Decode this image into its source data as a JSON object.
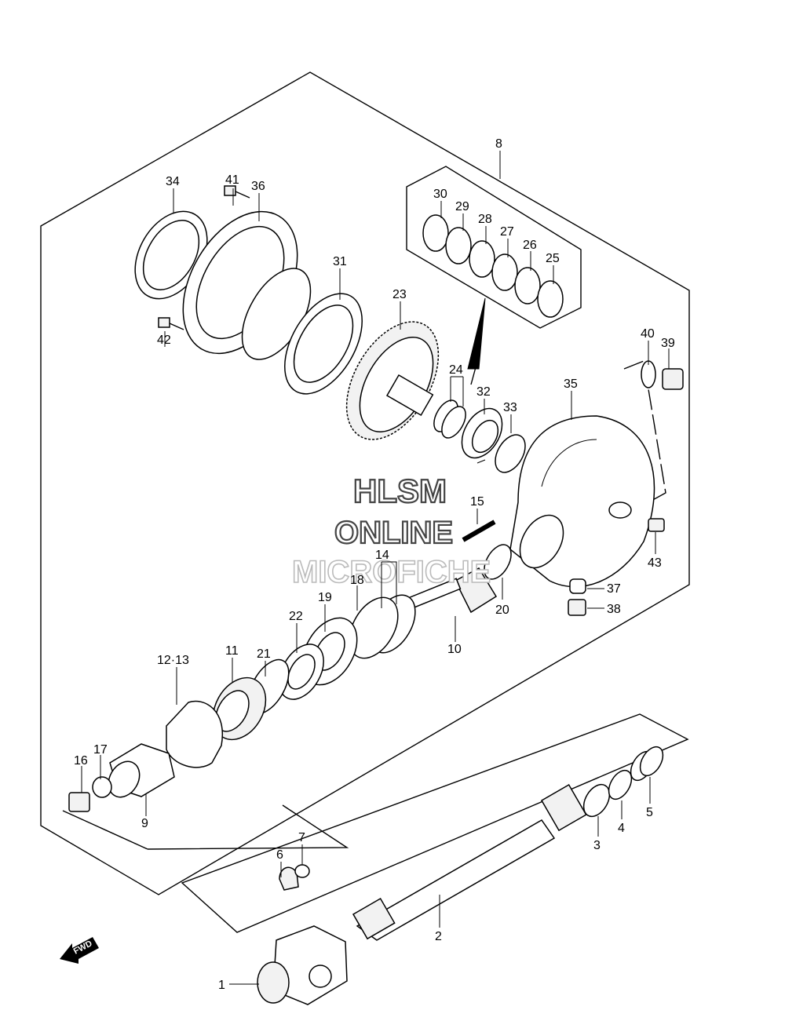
{
  "watermark": {
    "line1": "HLSM",
    "line2": "ONLINE",
    "line3": "MICROFICHE"
  },
  "direction_label": "FWD",
  "callouts": {
    "c1": "1",
    "c2": "2",
    "c3": "3",
    "c4": "4",
    "c5": "5",
    "c6": "6",
    "c7": "7",
    "c8": "8",
    "c9": "9",
    "c10": "10",
    "c11": "11",
    "c12_13": "12·13",
    "c14": "14",
    "c15": "15",
    "c16": "16",
    "c17": "17",
    "c18": "18",
    "c19": "19",
    "c20": "20",
    "c21": "21",
    "c22": "22",
    "c23": "23",
    "c24": "24",
    "c25": "25",
    "c26": "26",
    "c27": "27",
    "c28": "28",
    "c29": "29",
    "c30": "30",
    "c31": "31",
    "c32": "32",
    "c33": "33",
    "c34": "34",
    "c35": "35",
    "c36": "36",
    "c37": "37",
    "c38": "38",
    "c39": "39",
    "c40": "40",
    "c41": "41",
    "c42": "42",
    "c43": "43"
  }
}
